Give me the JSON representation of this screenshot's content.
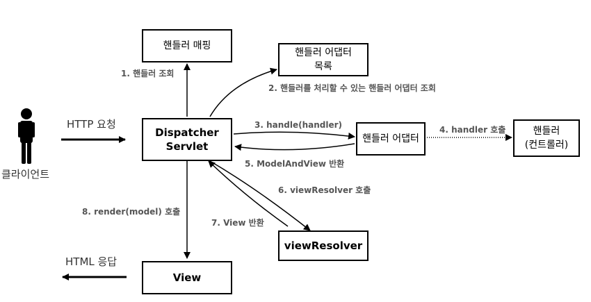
{
  "colors": {
    "line": "#000000",
    "label": "#555555",
    "box_border": "#000000"
  },
  "client": {
    "label": "클라이언트",
    "icon": "person-icon"
  },
  "request_label": "HTTP 요청",
  "response_label": "HTML 응답",
  "boxes": {
    "dispatcher": {
      "line1": "Dispatcher",
      "line2": "Servlet"
    },
    "handler_mapping": {
      "label": "핸들러 매핑"
    },
    "adapter_list": {
      "line1": "핸들러 어댑터",
      "line2": "목록"
    },
    "handler_adapter": {
      "label": "핸들러 어댑터"
    },
    "handler": {
      "line1": "핸들러",
      "line2": "(컨트롤러)"
    },
    "view_resolver": {
      "label": "viewResolver"
    },
    "view": {
      "label": "View"
    }
  },
  "steps": {
    "s1": "1. 핸들러 조회",
    "s2": "2. 핸들러를 처리할 수 있는 핸들러 어댑터 조회",
    "s3": "3. handle(handler)",
    "s4": "4. handler 호출",
    "s5": "5. ModelAndView 반환",
    "s6": "6. viewResolver 호출",
    "s7": "7. View 반환",
    "s8": "8. render(model) 호출"
  }
}
